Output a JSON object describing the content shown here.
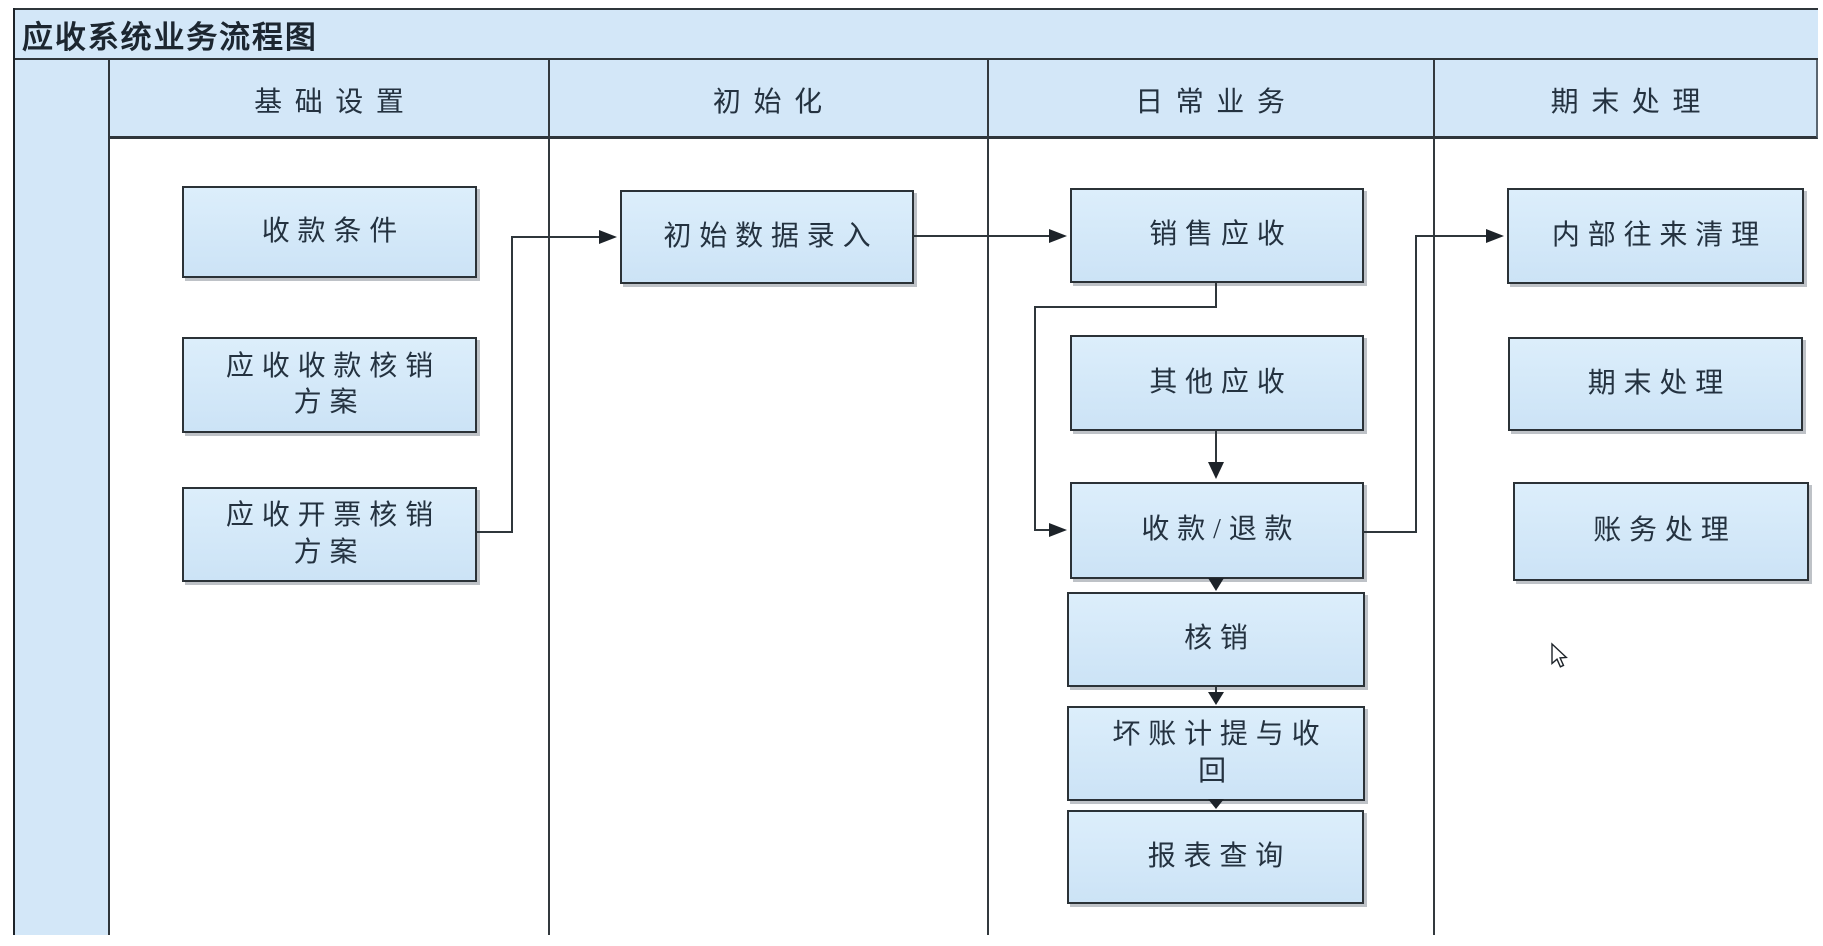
{
  "title": "应收系统业务流程图",
  "lanes": [
    {
      "id": "basic-setup",
      "label": "基础设置"
    },
    {
      "id": "initialization",
      "label": "初始化"
    },
    {
      "id": "daily-business",
      "label": "日常业务"
    },
    {
      "id": "period-end",
      "label": "期末处理"
    }
  ],
  "nodes": {
    "receipt_terms": "收款条件",
    "ar_receipt_writeoff_plan": "应收收款核销方案",
    "ar_invoice_writeoff_plan": "应收开票核销方案",
    "initial_data_entry": "初始数据录入",
    "sales_receivable": "销售应收",
    "other_receivable": "其他应收",
    "receipt_refund": "收款/退款",
    "writeoff": "核销",
    "bad_debt_provision_recovery": "坏账计提与收回",
    "report_query": "报表查询",
    "internal_transactions_clearing": "内部往来清理",
    "period_end_processing": "期末处理",
    "accounting_processing": "账务处理"
  },
  "colors": {
    "panel_blue": "#d3e7f8",
    "node_fill_top": "#dceefb",
    "node_fill_bottom": "#cce3f6",
    "line_dark": "#2f363b",
    "text_dark": "#243240",
    "background": "#ffffff"
  }
}
